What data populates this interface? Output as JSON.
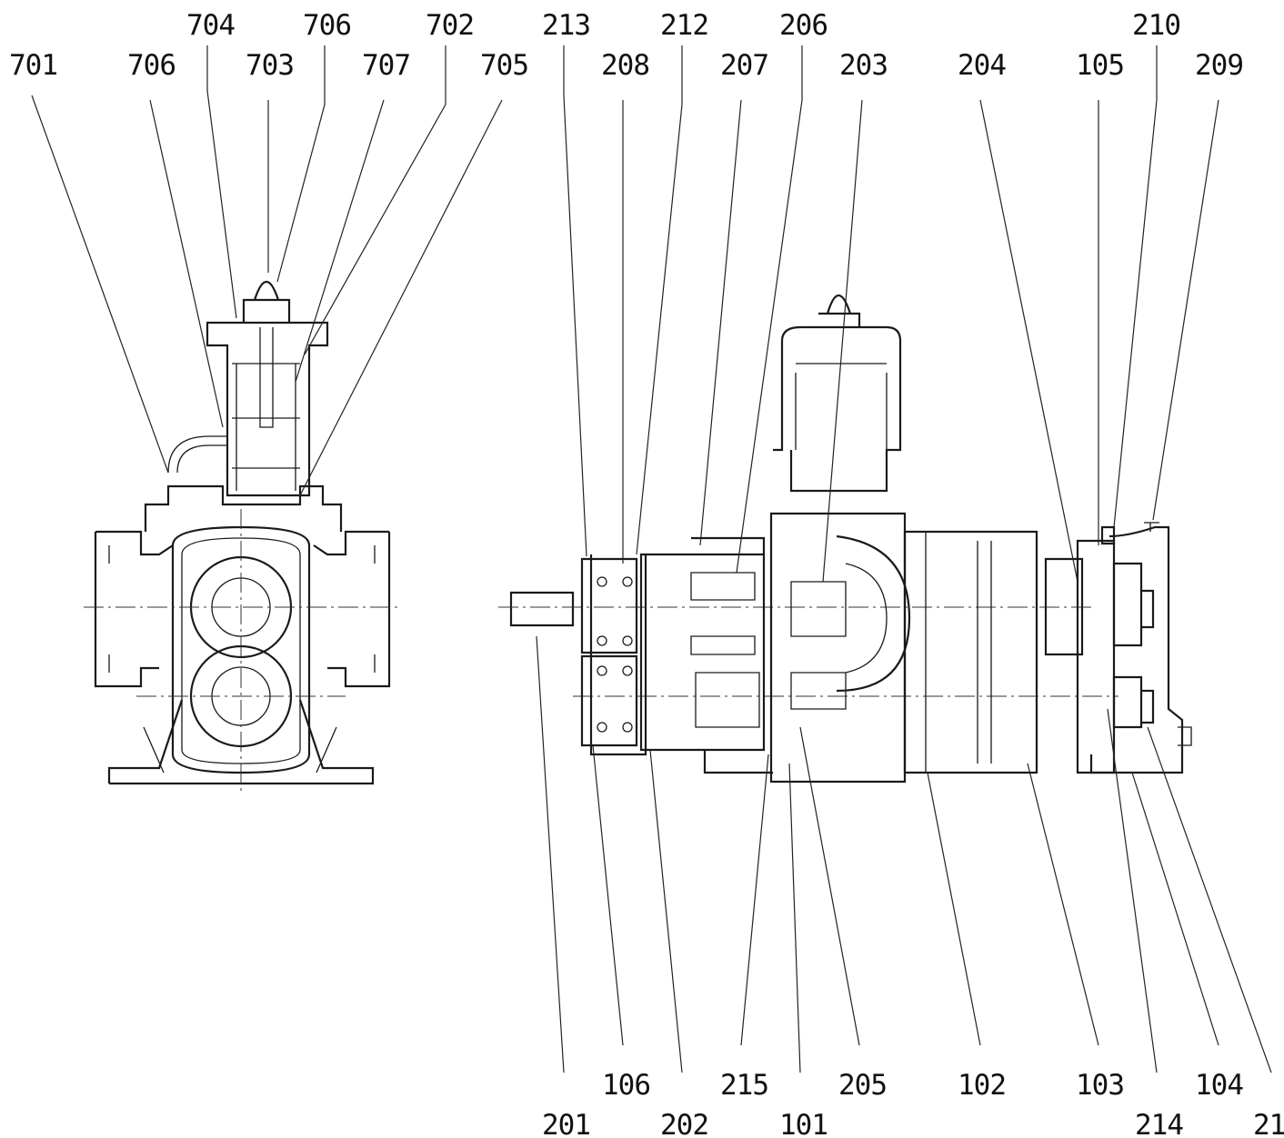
{
  "callouts": {
    "c701": "701",
    "c702": "702",
    "c703": "703",
    "c704": "704",
    "c705": "705",
    "c706a": "706",
    "c706b": "706",
    "c707": "707",
    "c213": "213",
    "c208": "208",
    "c212": "212",
    "c207": "207",
    "c206": "206",
    "c203": "203",
    "c204": "204",
    "c105": "105",
    "c210": "210",
    "c209": "209",
    "c201": "201",
    "c106": "106",
    "c202": "202",
    "c215": "215",
    "c101": "101",
    "c205": "205",
    "c102": "102",
    "c103": "103",
    "c214": "214",
    "c104": "104",
    "c211": "21"
  }
}
